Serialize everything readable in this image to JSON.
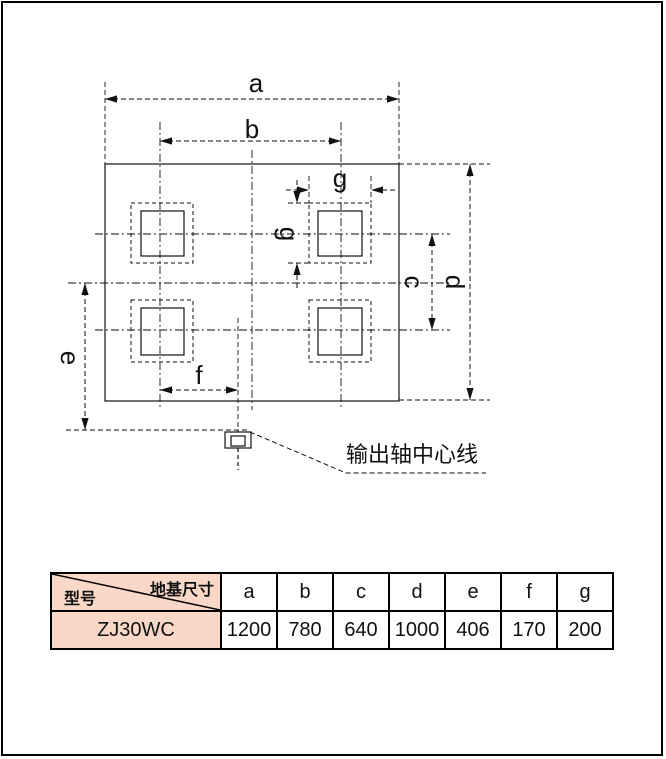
{
  "diagram": {
    "labels": {
      "a": "a",
      "b": "b",
      "c": "c",
      "d": "d",
      "e": "e",
      "f": "f",
      "g_top": "g",
      "g_side": "g"
    },
    "output_axis_label": "输出轴中心线"
  },
  "table": {
    "header_top": "地基尺寸",
    "header_bottom": "型号",
    "columns": [
      "a",
      "b",
      "c",
      "d",
      "e",
      "f",
      "g"
    ],
    "rows": [
      {
        "model": "ZJ30WC",
        "values": [
          "1200",
          "780",
          "640",
          "1000",
          "406",
          "170",
          "200"
        ]
      }
    ]
  },
  "colors": {
    "header_bg": "#f9d8c8",
    "line": "#111111"
  }
}
